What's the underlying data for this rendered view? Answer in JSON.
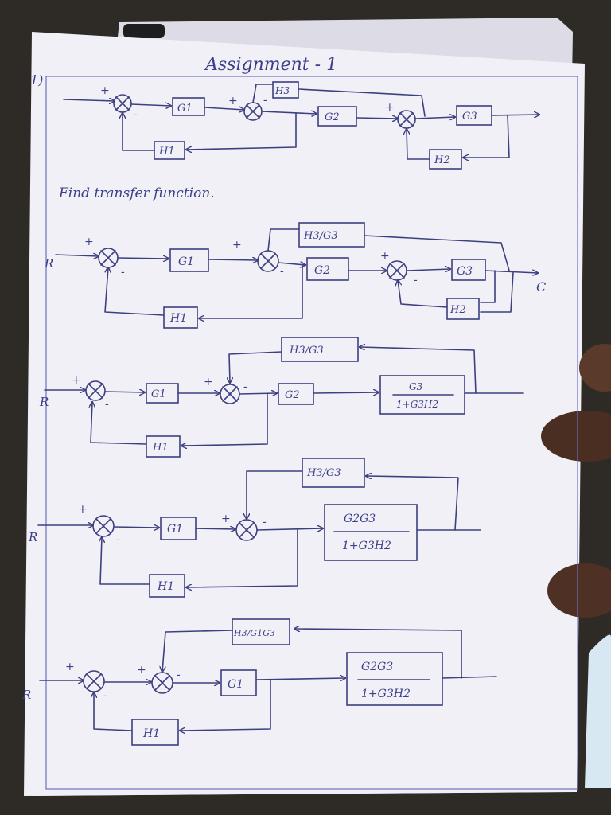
{
  "title": "Assignment - 1",
  "problem_number": "1)",
  "instruction": "Find transfer function.",
  "labels": {
    "input": "R",
    "output": "C",
    "plus": "+",
    "minus": "-"
  },
  "blocks": {
    "g1": "G1",
    "g2": "G2",
    "g3": "G3",
    "h1": "H1",
    "h2": "H2",
    "h3": "H3",
    "h3_over_g3": "H3/G3",
    "h3_over_g1g3": "H3/G1G3",
    "g3_loop_num": "G3",
    "g3_loop_den": "1+G3H2",
    "g2g3_num": "G2G3",
    "g2g3_den": "1+G3H2"
  },
  "colors": {
    "paper": "#f1f0f6",
    "ink": "#3d4080",
    "margin_line": "#6e72c0",
    "background": "#2e2a26"
  }
}
